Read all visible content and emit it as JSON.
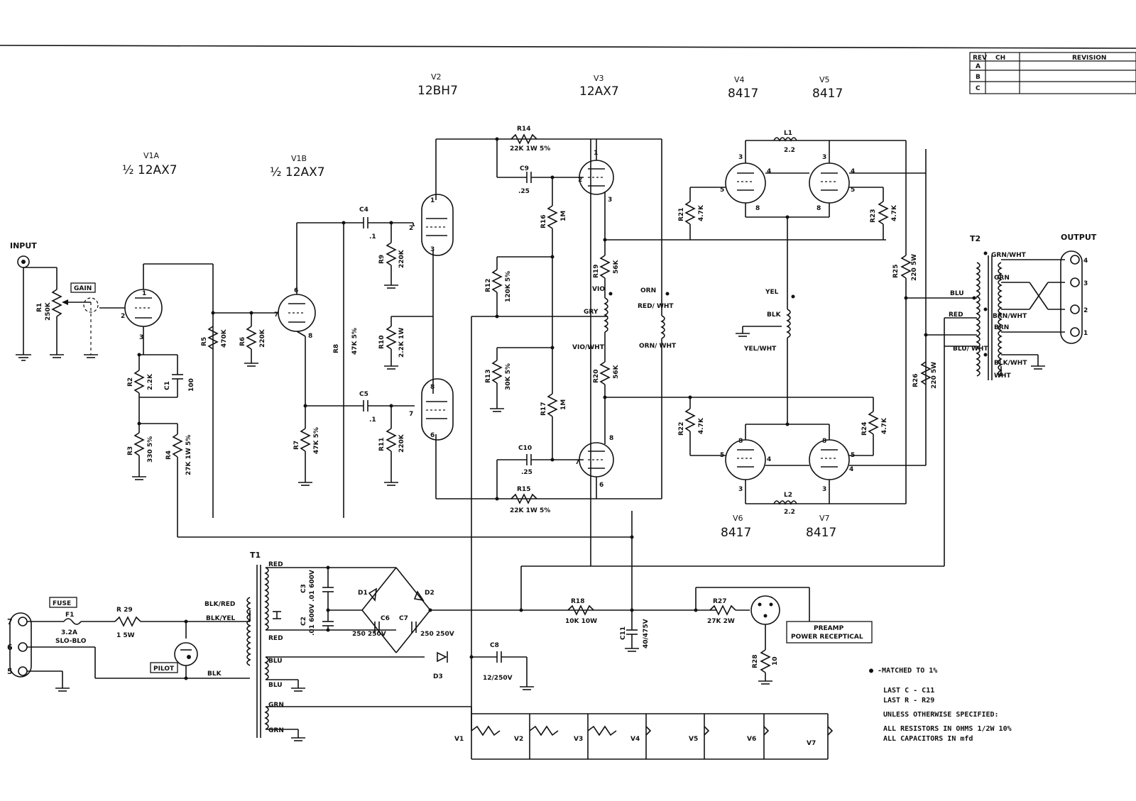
{
  "revision_block": {
    "header": [
      "REV",
      "CH",
      "REVISION"
    ],
    "rows": [
      "A",
      "B",
      "C"
    ]
  },
  "tubes": {
    "v1a": {
      "ref": "V1A",
      "type": "½ 12AX7"
    },
    "v1b": {
      "ref": "V1B",
      "type": "½ 12AX7"
    },
    "v2": {
      "ref": "V2",
      "type": "12BH7"
    },
    "v3": {
      "ref": "V3",
      "type": "12AX7"
    },
    "v4": {
      "ref": "V4",
      "type": "8417"
    },
    "v5": {
      "ref": "V5",
      "type": "8417"
    },
    "v6": {
      "ref": "V6",
      "type": "8417"
    },
    "v7": {
      "ref": "V7",
      "type": "8417"
    }
  },
  "labels": {
    "input": "INPUT",
    "gain": "GAIN",
    "output": "OUTPUT",
    "fuse": "FUSE",
    "pilot": "PILOT",
    "preamp_line1": "PREAMP",
    "preamp_line2": "POWER RECEPTICAL",
    "t1": "T1",
    "t2": "T2",
    "l1": "L1",
    "l1_val": "2.2",
    "l2": "L2",
    "l2_val": "2.2",
    "f1": "F1",
    "f1_val1": "3.2A",
    "f1_val2": "SLO-BLO"
  },
  "resistors": {
    "r1": {
      "ref": "R1",
      "val": "250K"
    },
    "r2": {
      "ref": "R2",
      "val": "2.2K"
    },
    "r3": {
      "ref": "R3",
      "val": "330 5%"
    },
    "r4": {
      "ref": "R4",
      "val": "27K 1W 5%"
    },
    "r5": {
      "ref": "R5",
      "val": "470K"
    },
    "r6": {
      "ref": "R6",
      "val": "220K"
    },
    "r7": {
      "ref": "R7",
      "val": "47K 5%"
    },
    "r8": {
      "ref": "R8",
      "val": "47K 5%"
    },
    "r9": {
      "ref": "R9",
      "val": "220K"
    },
    "r10": {
      "ref": "R10",
      "val": "2.2K 1W"
    },
    "r11": {
      "ref": "R11",
      "val": "220K"
    },
    "r12": {
      "ref": "R12",
      "val": "120K 5%"
    },
    "r13": {
      "ref": "R13",
      "val": "30K 5%"
    },
    "r14": {
      "ref": "R14",
      "val": "22K 1W 5%"
    },
    "r15": {
      "ref": "R15",
      "val": "22K 1W 5%"
    },
    "r16": {
      "ref": "R16",
      "val": "1M"
    },
    "r17": {
      "ref": "R17",
      "val": "1M"
    },
    "r18": {
      "ref": "R18",
      "val": "10K 10W"
    },
    "r19": {
      "ref": "R19",
      "val": "56K"
    },
    "r20": {
      "ref": "R20",
      "val": "56K"
    },
    "r21": {
      "ref": "R21",
      "val": "4.7K"
    },
    "r22": {
      "ref": "R22",
      "val": "4.7K"
    },
    "r23": {
      "ref": "R23",
      "val": "4.7K"
    },
    "r24": {
      "ref": "R24",
      "val": "4.7K"
    },
    "r25": {
      "ref": "R25",
      "val": "220 5W"
    },
    "r26": {
      "ref": "R26",
      "val": "220 5W"
    },
    "r27": {
      "ref": "R27",
      "val": "27K 2W"
    },
    "r28": {
      "ref": "R28",
      "val": "10"
    },
    "r29": {
      "ref": "R 29",
      "val": "1 5W"
    }
  },
  "capacitors": {
    "c1": {
      "ref": "C1",
      "val": "100"
    },
    "c2": {
      "ref": "C2",
      "val": ".01 600V"
    },
    "c3": {
      "ref": "C3",
      "val": ".01 600V"
    },
    "c4": {
      "ref": "C4",
      "val": ".1"
    },
    "c5": {
      "ref": "C5",
      "val": ".1"
    },
    "c6": {
      "ref": "C6",
      "val": "250 250V"
    },
    "c7": {
      "ref": "C7",
      "val": "250 250V"
    },
    "c8": {
      "ref": "C8",
      "val": "12/250V"
    },
    "c9": {
      "ref": "C9",
      "val": ".25"
    },
    "c10": {
      "ref": "C10",
      "val": ".25"
    },
    "c11": {
      "ref": "C11",
      "val": "40/475V"
    }
  },
  "diodes": {
    "d1": "D1",
    "d2": "D2",
    "d3": "D3"
  },
  "wire_colors": {
    "t1_blk_red": "BLK/RED",
    "t1_blk_yel": "BLK/YEL",
    "t1_blk": "BLK",
    "t1_red_top": "RED",
    "t1_red_bot": "RED",
    "t1_blu_top": "BLU",
    "t1_blu_bot": "BLU",
    "t1_grn_top": "GRN",
    "t1_grn_bot": "GRN",
    "vio": "VIO",
    "gry": "GRY",
    "vio_wht": "VIO/WHT",
    "orn": "ORN",
    "red_wht": "RED/ WHT",
    "orn_wht": "ORN/ WHT",
    "yel": "YEL",
    "blk": "BLK",
    "yel_wht": "YEL/WHT",
    "t2_grn_wht": "GRN/WHT",
    "t2_grn": "GRN",
    "t2_brn_wht": "BRN/WHT",
    "t2_brn": "BRN",
    "t2_blk_wht": "BLK/WHT",
    "t2_wht": "WHT",
    "t2_blu": "BLU",
    "t2_red": "RED",
    "t2_blu_wht": "BLU/ WHT"
  },
  "output_terminals": [
    "4",
    "3",
    "2",
    "1"
  ],
  "power_terminals": [
    "7",
    "6",
    "5"
  ],
  "heaters": [
    "V1",
    "V2",
    "V3",
    "V4",
    "V5",
    "V6",
    "V7"
  ],
  "notes": {
    "matched": "● -MATCHED TO 1%",
    "last_c": "LAST C - C11",
    "last_r": "LAST R - R29",
    "unless": "UNLESS OTHERWISE SPECIFIED:",
    "resistors": "ALL RESISTORS IN OHMS 1/2W 10%",
    "capacitors": "ALL CAPACITORS IN mfd"
  }
}
